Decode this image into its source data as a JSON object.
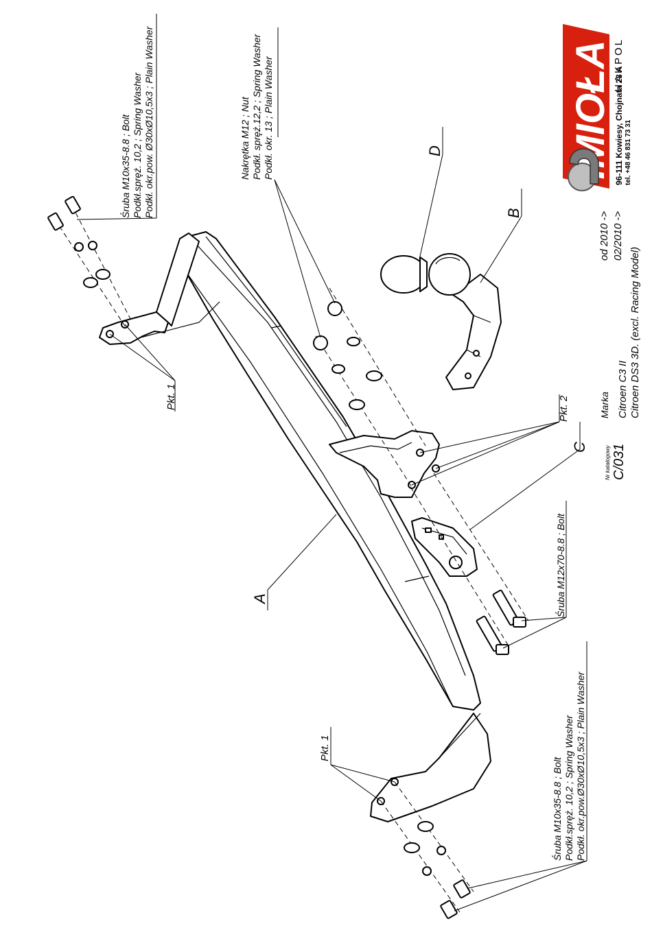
{
  "brand": {
    "logo_text": "IMIOŁA",
    "logo_sub": "HAKPOL",
    "address": "96-111 Kowiesy, Chojnata 23 A",
    "phone": "tel. +48 46 831 73 31"
  },
  "parts": {
    "A": "A",
    "B": "B",
    "C": "C",
    "D": "D"
  },
  "points": {
    "pkt1_top": "Pkt. 1",
    "pkt2": "Pkt. 2",
    "pkt1_bottom": "Pkt. 1"
  },
  "callouts": {
    "top_bolt": {
      "line1": "Śruba M10x35-8.8   ;  Bolt",
      "line2": "Podkł.spręż. 10,2 ; Spring Washer",
      "line3": "Podkł. okr.pow. Ø30xØ10,5x3 ; Plain Washer"
    },
    "nut": {
      "line1": "Nakrętka  M12 ; Nut",
      "line2": "Podkł. spręż.12,2 ; Spring Washer",
      "line3": "Podkł. okr. 13 ; Plain Washer"
    },
    "center_bolt": {
      "line1": "Śruba M12x70-8.8   ;  Bolt"
    },
    "bottom_bolt": {
      "line1": "Śruba M10x35-8.8   ;  Bolt",
      "line2": "Podkł.spręż. 10,2 ; Spring Washer",
      "line3": "Podkł. okr.pow.Ø30xØ10,5x3 ; Plain Washer"
    }
  },
  "info": {
    "catalog_label": "Nr katalogowy",
    "catalog_value": "C/031",
    "make_label": "Marka",
    "model1": "Citroen C3 II",
    "model2": "Citroen DS3 3D. (excl. Racing Model)",
    "date1": "od 2010 ->",
    "date2": "02/2010 ->"
  }
}
